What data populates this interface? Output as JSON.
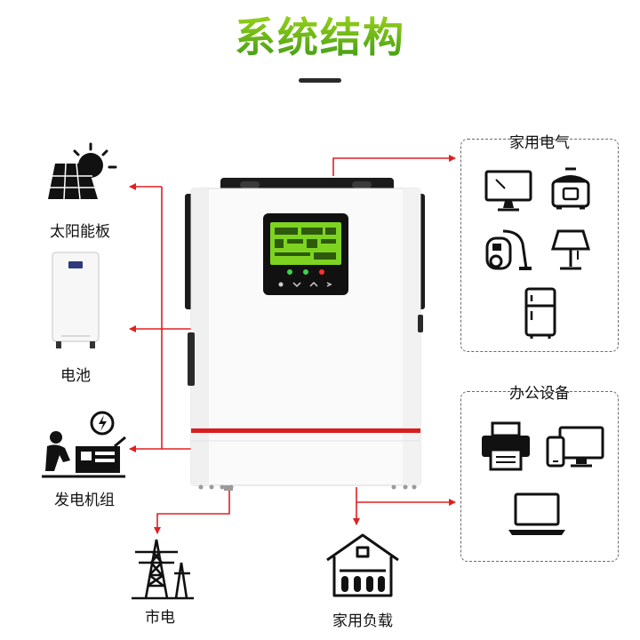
{
  "title": "系统结构",
  "sources": {
    "solar_label": "太阳能板",
    "battery_label": "电池",
    "generator_label": "发电机组",
    "grid_label": "市电"
  },
  "loads": {
    "home_appliances": {
      "title": "家用电气",
      "icons": [
        "monitor-icon",
        "rice-cooker-icon",
        "vacuum-cleaner-icon",
        "lamp-icon",
        "refrigerator-icon"
      ]
    },
    "office_equipment": {
      "title": "办公设备",
      "icons": [
        "printer-icon",
        "desktop-tablet-icon",
        "laptop-icon"
      ]
    },
    "household_load_label": "家用负载"
  },
  "colors": {
    "title_green": "#6ab41b",
    "arrow_red": "#e02020",
    "inverter_red_stripe": "#d91e1e",
    "lcd_green": "#7ed321"
  }
}
